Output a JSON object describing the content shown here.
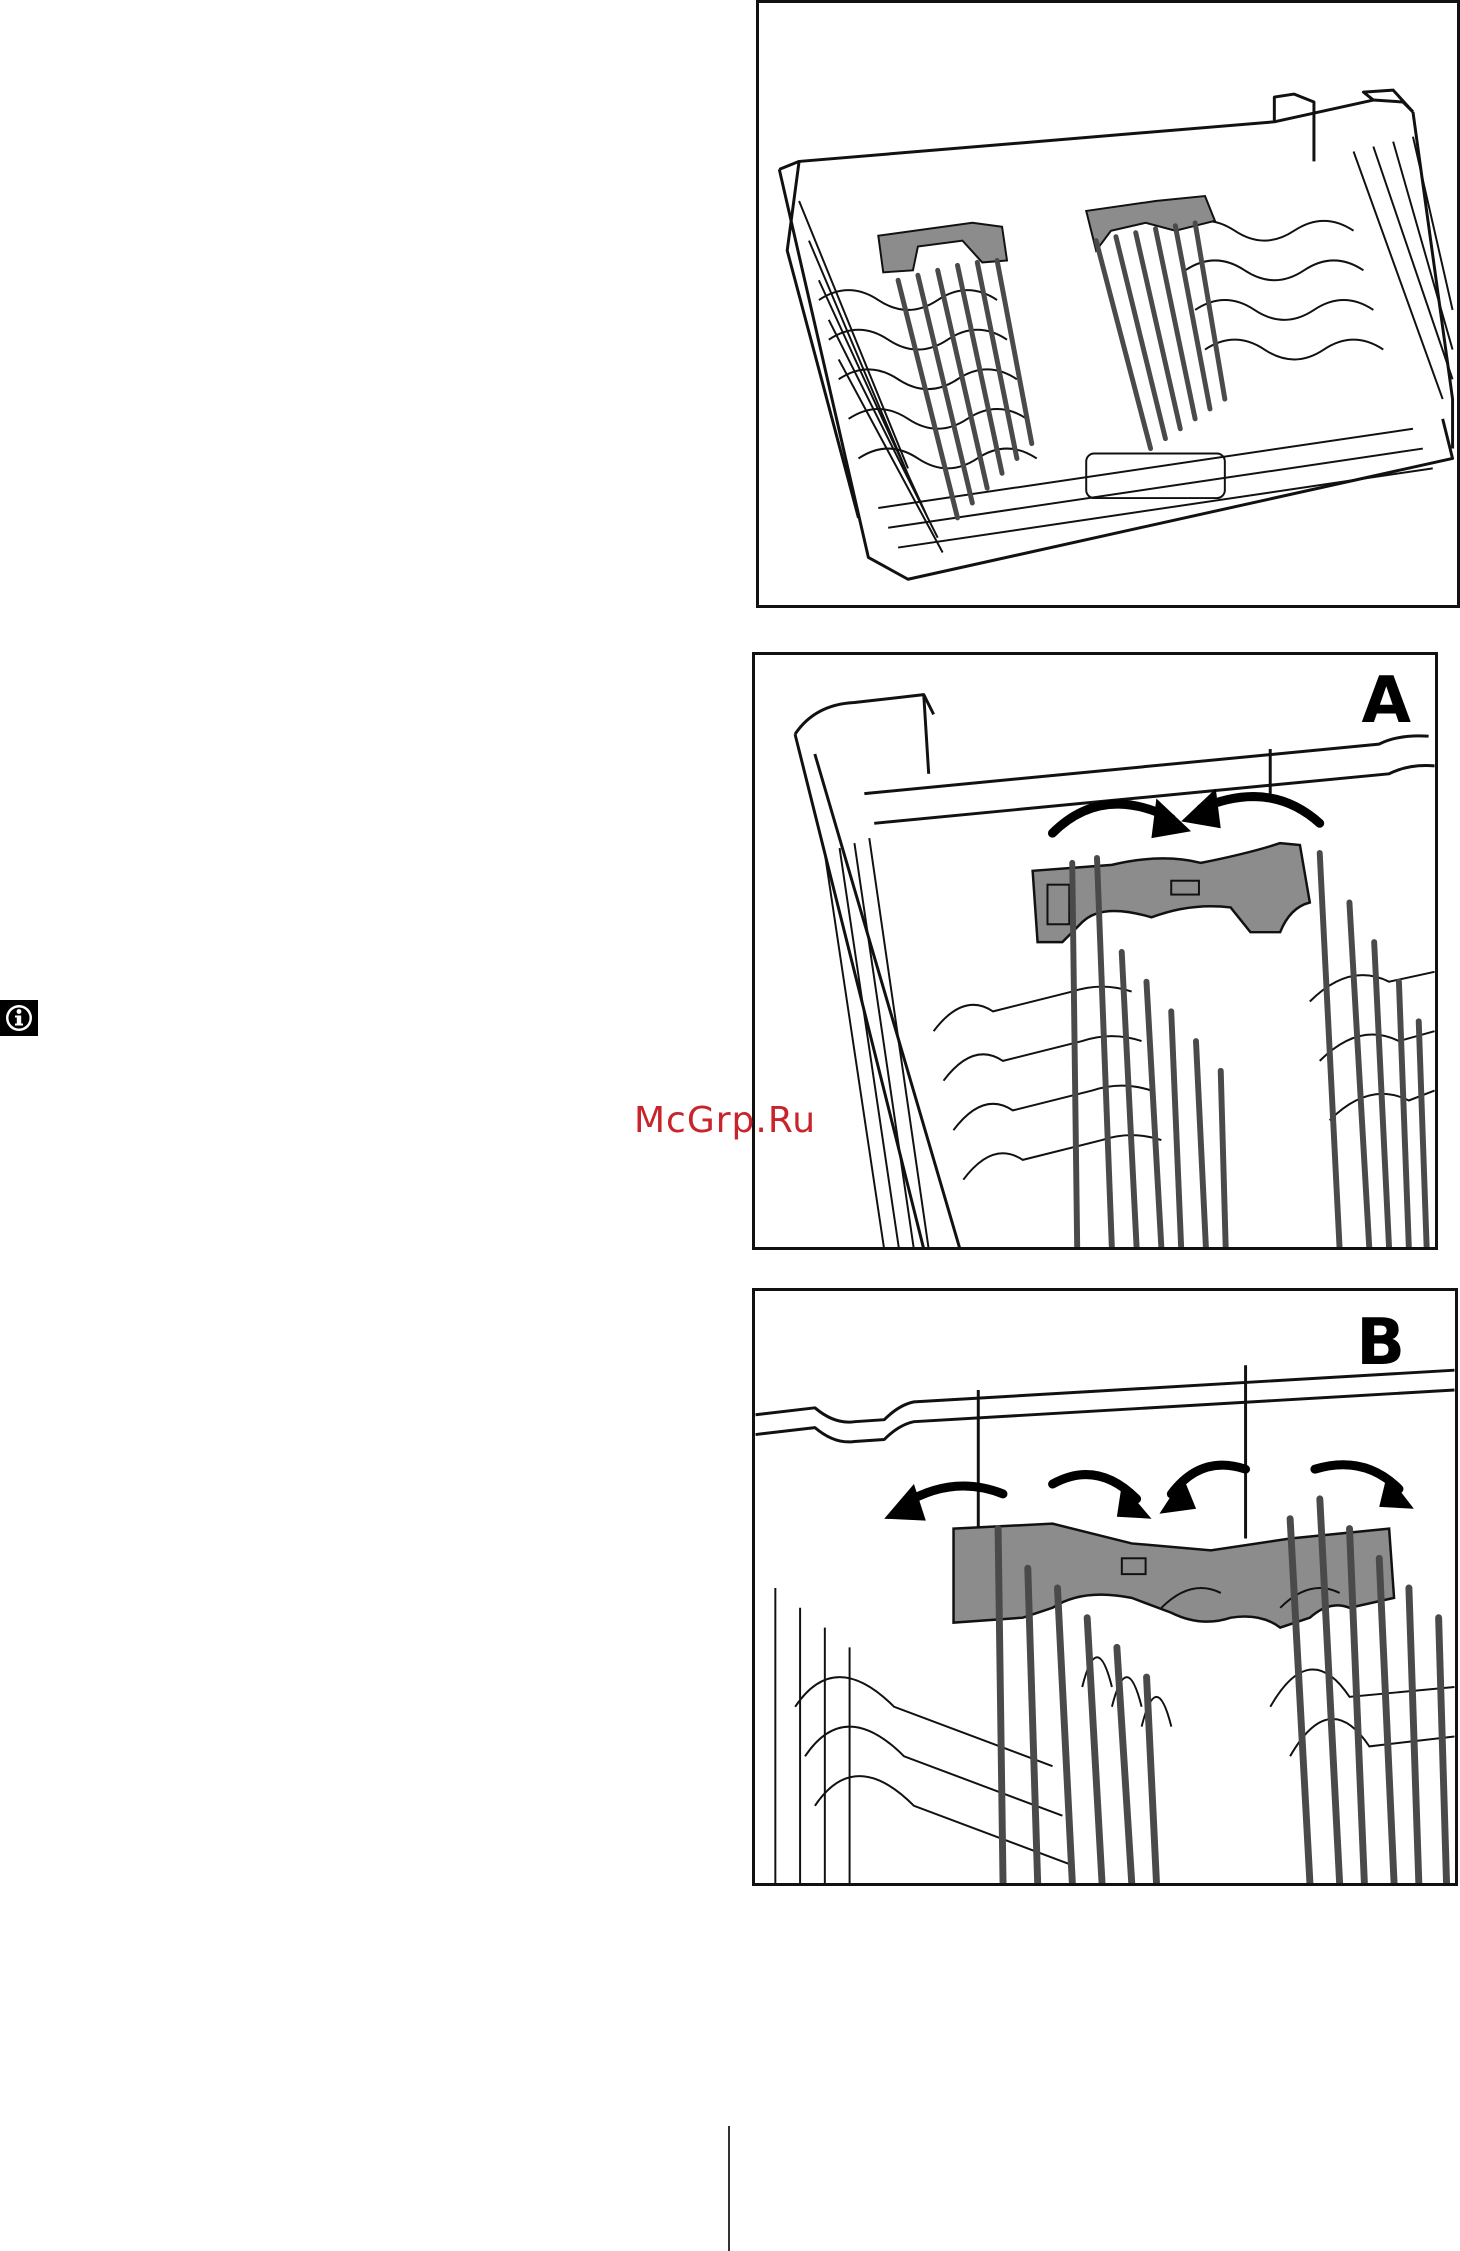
{
  "watermark": {
    "text": "McGrp.Ru"
  },
  "figures": [
    {
      "id": "upper-basket-overview",
      "label": ""
    },
    {
      "id": "cutlery-holder-step-a",
      "label": "A"
    },
    {
      "id": "cutlery-holder-step-b",
      "label": "B"
    }
  ],
  "icons": {
    "info": "info-icon",
    "rotate_arrow": "curved-arrow-icon"
  },
  "colors": {
    "line": "#111111",
    "holder_fill": "#8c8c8c",
    "tines": "#4a4a4a",
    "watermark": "#c8242b"
  }
}
